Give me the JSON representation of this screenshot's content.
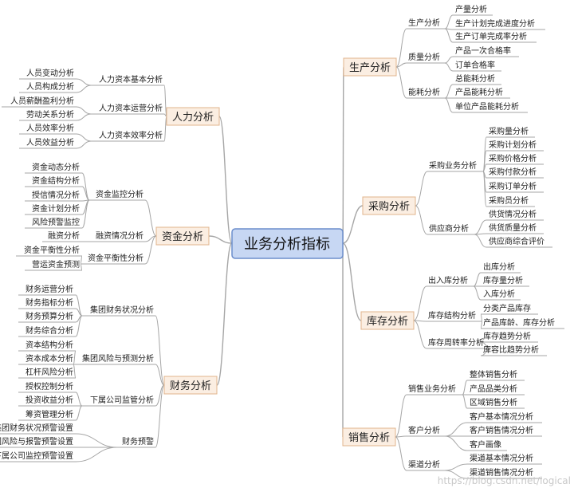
{
  "center": "业务分析指标",
  "left": [
    {
      "name": "人力分析",
      "groups": [
        {
          "name": "人力资本基本分析",
          "leaves": [
            "人员变动分析",
            "人员构成分析"
          ]
        },
        {
          "name": "人力资本运营分析",
          "leaves": [
            "人员薪酬盈利分析",
            "劳动关系分析"
          ]
        },
        {
          "name": "人力资本效率分析",
          "leaves": [
            "人员效率分析",
            "人员效益分析"
          ]
        }
      ]
    },
    {
      "name": "资金分析",
      "groups": [
        {
          "name": "资金监控分析",
          "leaves": [
            "资金动态分析",
            "资金结构分析",
            "授信情况分析",
            "资金计划分析",
            "风险预警监控"
          ]
        },
        {
          "name": "融资情况分析",
          "leaves": [
            "融资分析"
          ]
        },
        {
          "name": "资金平衡性分析",
          "leaves": [
            "资金平衡性分析",
            "营运资金预测"
          ]
        }
      ]
    },
    {
      "name": "财务分析",
      "groups": [
        {
          "name": "集团财务状况分析",
          "leaves": [
            "财务运营分析",
            "财务指标分析",
            "财务预算分析",
            "财务综合分析"
          ]
        },
        {
          "name": "集团风险与预测分析",
          "leaves": [
            "资本结构分析",
            "资本成本分析",
            "杠杆风险分析"
          ]
        },
        {
          "name": "下属公司监管分析",
          "leaves": [
            "授权控制分析",
            "投资收益分析",
            "筹资管理分析"
          ]
        },
        {
          "name": "财务预警",
          "leaves": [
            "集团财务状况预警设置",
            "集团风险与报警预警设置",
            "下属公司监控预警设置"
          ]
        }
      ]
    }
  ],
  "right": [
    {
      "name": "生产分析",
      "groups": [
        {
          "name": "生产分析",
          "leaves": [
            "产量分析",
            "生产计划完成进度分析",
            "生产订单完成率分析"
          ]
        },
        {
          "name": "质量分析",
          "leaves": [
            "产品一次合格率",
            "订单合格率"
          ]
        },
        {
          "name": "能耗分析",
          "leaves": [
            "总能耗分析",
            "产品能耗分析",
            "单位产品能耗分析"
          ]
        }
      ]
    },
    {
      "name": "采购分析",
      "groups": [
        {
          "name": "采购业务分析",
          "leaves": [
            "采购量分析",
            "采购计划分析",
            "采购价格分析",
            "采购付款分析",
            "采购订单分析",
            "采购员分析"
          ]
        },
        {
          "name": "供应商分析",
          "leaves": [
            "供货情况分析",
            "供货质量分析",
            "供应商综合评价"
          ]
        }
      ]
    },
    {
      "name": "库存分析",
      "groups": [
        {
          "name": "出入库分析",
          "leaves": [
            "出库分析",
            "库存量分析",
            "入库分析"
          ]
        },
        {
          "name": "库存结构分析",
          "leaves": [
            "分类产品库存",
            "产品库龄、库存分析"
          ]
        },
        {
          "name": "库存周转率分析",
          "leaves": [
            "库存趋势分析",
            "库容比趋势分析"
          ]
        }
      ]
    },
    {
      "name": "销售分析",
      "groups": [
        {
          "name": "销售业务分析",
          "leaves": [
            "整体销售分析",
            "产品品类分析",
            "区域销售分析"
          ]
        },
        {
          "name": "客户分析",
          "leaves": [
            "客户基本情况分析",
            "客户销售情况分析",
            "客户画像"
          ]
        },
        {
          "name": "渠道分析",
          "leaves": [
            "渠道基本情况分析",
            "渠道销售情况分析"
          ]
        }
      ]
    }
  ],
  "watermark": "https://blog.csdn.net/logical",
  "colors": {
    "center_fill": "#c7d7f3",
    "center_stroke": "#6c8ecc",
    "branch_fill": "#fbeee2",
    "branch_stroke": "#e0b48c",
    "line": "#a6a6a6"
  }
}
